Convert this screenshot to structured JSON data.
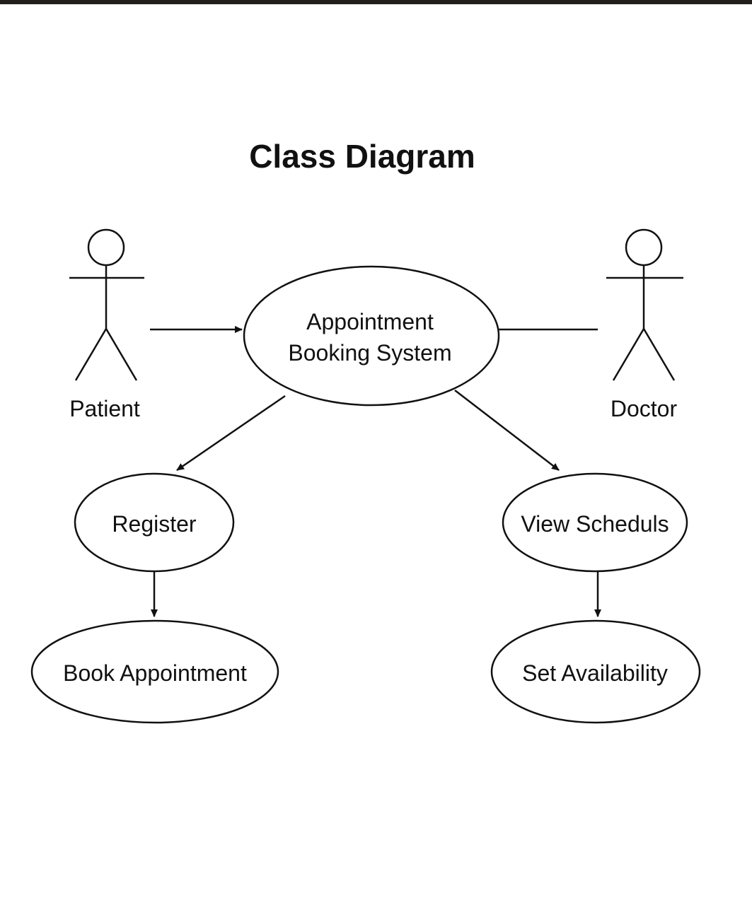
{
  "diagram": {
    "title": "Class Diagram",
    "actors": {
      "patient": "Patient",
      "doctor": "Doctor"
    },
    "use_cases": {
      "system_line1": "Appointment",
      "system_line2": "Booking System",
      "register": "Register",
      "book_appointment": "Book Appointment",
      "view_schedules": "View Scheduls",
      "set_availability": "Set Availability"
    },
    "colors": {
      "stroke": "#111111",
      "background": "#ffffff",
      "top_bar": "#221f1c"
    }
  }
}
